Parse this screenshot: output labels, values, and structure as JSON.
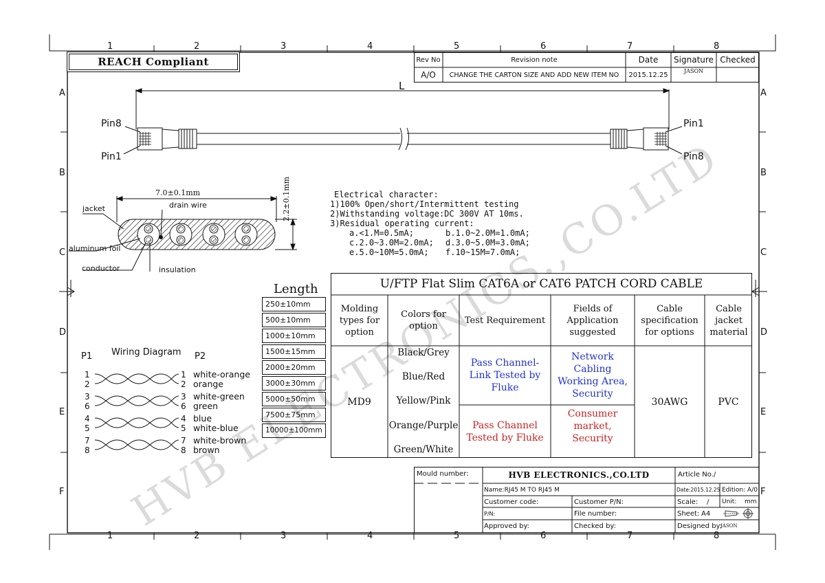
{
  "header": {
    "reach": "REACH Compliant",
    "revision": {
      "col_rev": "Rev No",
      "col_note": "Revision note",
      "col_date": "Date",
      "col_sig": "Signature",
      "col_checked": "Checked",
      "rev": "A/O",
      "note": "CHANGE THE CARTON SIZE AND ADD NEW ITEM NO",
      "date": "2015.12.25",
      "signature": "JASON",
      "checked": ""
    }
  },
  "frame": {
    "cols": [
      "1",
      "2",
      "3",
      "4",
      "5",
      "6",
      "7",
      "8"
    ],
    "rows": [
      "A",
      "B",
      "C",
      "D",
      "E",
      "F"
    ]
  },
  "cable_drawing": {
    "length_label": "L",
    "left_top_pin": "Pin8",
    "left_bottom_pin": "Pin1",
    "right_top_pin": "Pin1",
    "right_bottom_pin": "Pin8"
  },
  "cross_section": {
    "width_dim": "7.0±0.1mm",
    "height_dim": "2.2±0.1mm",
    "jacket": "jacket",
    "drain_wire": "drain wire",
    "aluminum_foil": "aluminum foil",
    "conductor": "conductor",
    "insulation": "insulation"
  },
  "electrical": {
    "lines": [
      "Electrical character:",
      "1)100% Open/short/Intermittent testing",
      "2)Withstanding voltage:DC 300V AT 10ms.",
      "3)Residual operating current:"
    ],
    "current_pairs": [
      [
        "a.<1.M=0.5mA;",
        "b.1.0~2.0M=1.0mA;"
      ],
      [
        "c.2.0~3.0M=2.0mA;",
        "d.3.0~5.0M=3.0mA;"
      ],
      [
        "e.5.0~10M=5.0mA;",
        "f.10~15M=7.0mA;"
      ]
    ]
  },
  "length_table": {
    "title": "Length",
    "items": [
      "250±10mm",
      "500±10mm",
      "1000±10mm",
      "1500±15mm",
      "2000±20mm",
      "3000±30mm",
      "5000±50mm",
      "7500±75mm",
      "10000±100mm"
    ]
  },
  "wiring": {
    "title": "Wiring Diagram",
    "p1": "P1",
    "p2": "P2",
    "pins": [
      "1",
      "2",
      "3",
      "6",
      "4",
      "5",
      "7",
      "8"
    ],
    "pins_right": [
      "1",
      "2",
      "3",
      "6",
      "4",
      "5",
      "7",
      "8"
    ],
    "colors": [
      "white-orange",
      "orange",
      "white-green",
      "green",
      "blue",
      "white-blue",
      "white-brown",
      "brown"
    ]
  },
  "spec_table": {
    "title": "U/FTP Flat Slim CAT6A or CAT6 PATCH CORD CABLE",
    "headers": {
      "molding": "Molding types for option",
      "colors": "Colors for option",
      "test": "Test Requirement",
      "fields": "Fields of Application suggested",
      "spec": "Cable specification for options",
      "jacket": "Cable jacket material"
    },
    "molding": "MD9",
    "color_options": [
      "Black/Grey",
      "Blue/Red",
      "Yellow/Pink",
      "Orange/Purple",
      "Green/White"
    ],
    "test_blue": "Pass Channel-Link Tested by Fluke",
    "fields_blue": "Network Cabling Working Area, Security",
    "test_red": "Pass Channel Tested by Fluke",
    "fields_red": "Consumer market, Security",
    "spec": "30AWG",
    "jacket_material": "PVC",
    "colors": {
      "blue": "#2233cc",
      "red": "#cc2222"
    }
  },
  "title_block": {
    "mould_label": "Mould number:",
    "company": "HVB ELECTRONICS.,CO.LTD",
    "article": "Article No./",
    "name": "Name:RJ45 M TO RJ45 M",
    "date": "Date:2015.12.25",
    "edition": "Edition: A/0",
    "customer_code": "Customer code:",
    "customer_pn": "Customer P/N:",
    "scale": "Scale:",
    "scale_value": "/",
    "unit": "Unit:",
    "unit_value": "mm",
    "pn": "P/N:",
    "file_number": "File number:",
    "sheet": "Sheet:",
    "sheet_value": "A4",
    "approved": "Approved by:",
    "checked": "Checked by:",
    "designed": "Designed by:",
    "designer": "JASON"
  },
  "watermark": "HVB ELECTRONICS.,CO.LTD"
}
